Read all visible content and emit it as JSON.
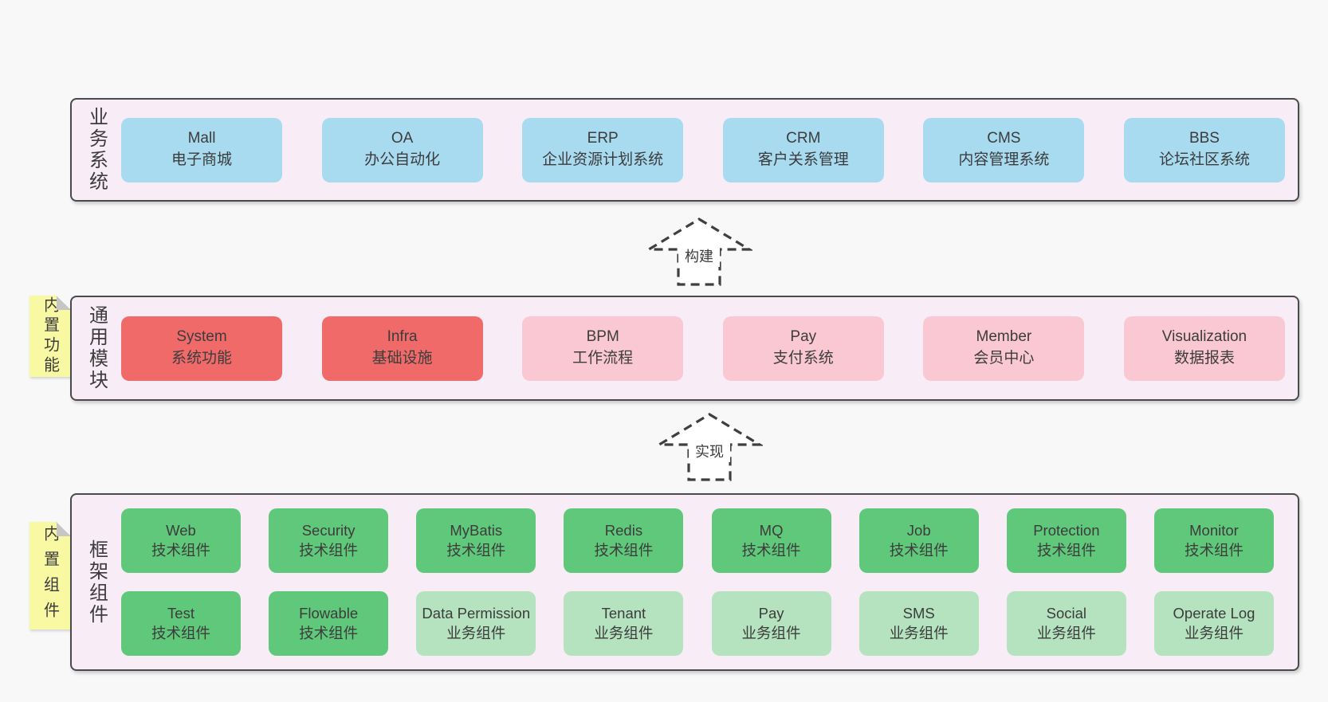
{
  "colors": {
    "page_bg": "#f8f8f8",
    "band_bg": "#f8edf7",
    "band_border": "#4a4a4a",
    "node_blue": "#a8daf0",
    "node_red": "#f16a6a",
    "node_pink": "#fac8d2",
    "node_green_dark": "#60c87a",
    "node_green_light": "#b5e3bf",
    "sticky_yellow": "#faf9a3",
    "fold_gray": "#c6c6c6",
    "text": "#3c3c3c"
  },
  "arrows": [
    {
      "label": "构建"
    },
    {
      "label": "实现"
    }
  ],
  "bands": [
    {
      "label": "业务系统",
      "boxes": [
        {
          "name": "Mall",
          "subtitle": "电子商城"
        },
        {
          "name": "OA",
          "subtitle": "办公自动化"
        },
        {
          "name": "ERP",
          "subtitle": "企业资源计划系统"
        },
        {
          "name": "CRM",
          "subtitle": "客户关系管理"
        },
        {
          "name": "CMS",
          "subtitle": "内容管理系统"
        },
        {
          "name": "BBS",
          "subtitle": "论坛社区系统"
        }
      ]
    },
    {
      "label": "通用模块",
      "sticky": "内置功能",
      "boxes": [
        {
          "name": "System",
          "subtitle": "系统功能"
        },
        {
          "name": "Infra",
          "subtitle": "基础设施"
        },
        {
          "name": "BPM",
          "subtitle": "工作流程"
        },
        {
          "name": "Pay",
          "subtitle": "支付系统"
        },
        {
          "name": "Member",
          "subtitle": "会员中心"
        },
        {
          "name": "Visualization",
          "subtitle": "数据报表"
        }
      ]
    },
    {
      "label": "框架组件",
      "sticky": "内置组件",
      "rows": [
        [
          {
            "name": "Web",
            "subtitle": "技术组件"
          },
          {
            "name": "Security",
            "subtitle": "技术组件"
          },
          {
            "name": "MyBatis",
            "subtitle": "技术组件"
          },
          {
            "name": "Redis",
            "subtitle": "技术组件"
          },
          {
            "name": "MQ",
            "subtitle": "技术组件"
          },
          {
            "name": "Job",
            "subtitle": "技术组件"
          },
          {
            "name": "Protection",
            "subtitle": "技术组件"
          },
          {
            "name": "Monitor",
            "subtitle": "技术组件"
          }
        ],
        [
          {
            "name": "Test",
            "subtitle": "技术组件"
          },
          {
            "name": "Flowable",
            "subtitle": "技术组件"
          },
          {
            "name": "Data Permission",
            "subtitle": "业务组件"
          },
          {
            "name": "Tenant",
            "subtitle": "业务组件"
          },
          {
            "name": "Pay",
            "subtitle": "业务组件"
          },
          {
            "name": "SMS",
            "subtitle": "业务组件"
          },
          {
            "name": "Social",
            "subtitle": "业务组件"
          },
          {
            "name": "Operate Log",
            "subtitle": "业务组件"
          }
        ]
      ]
    }
  ]
}
